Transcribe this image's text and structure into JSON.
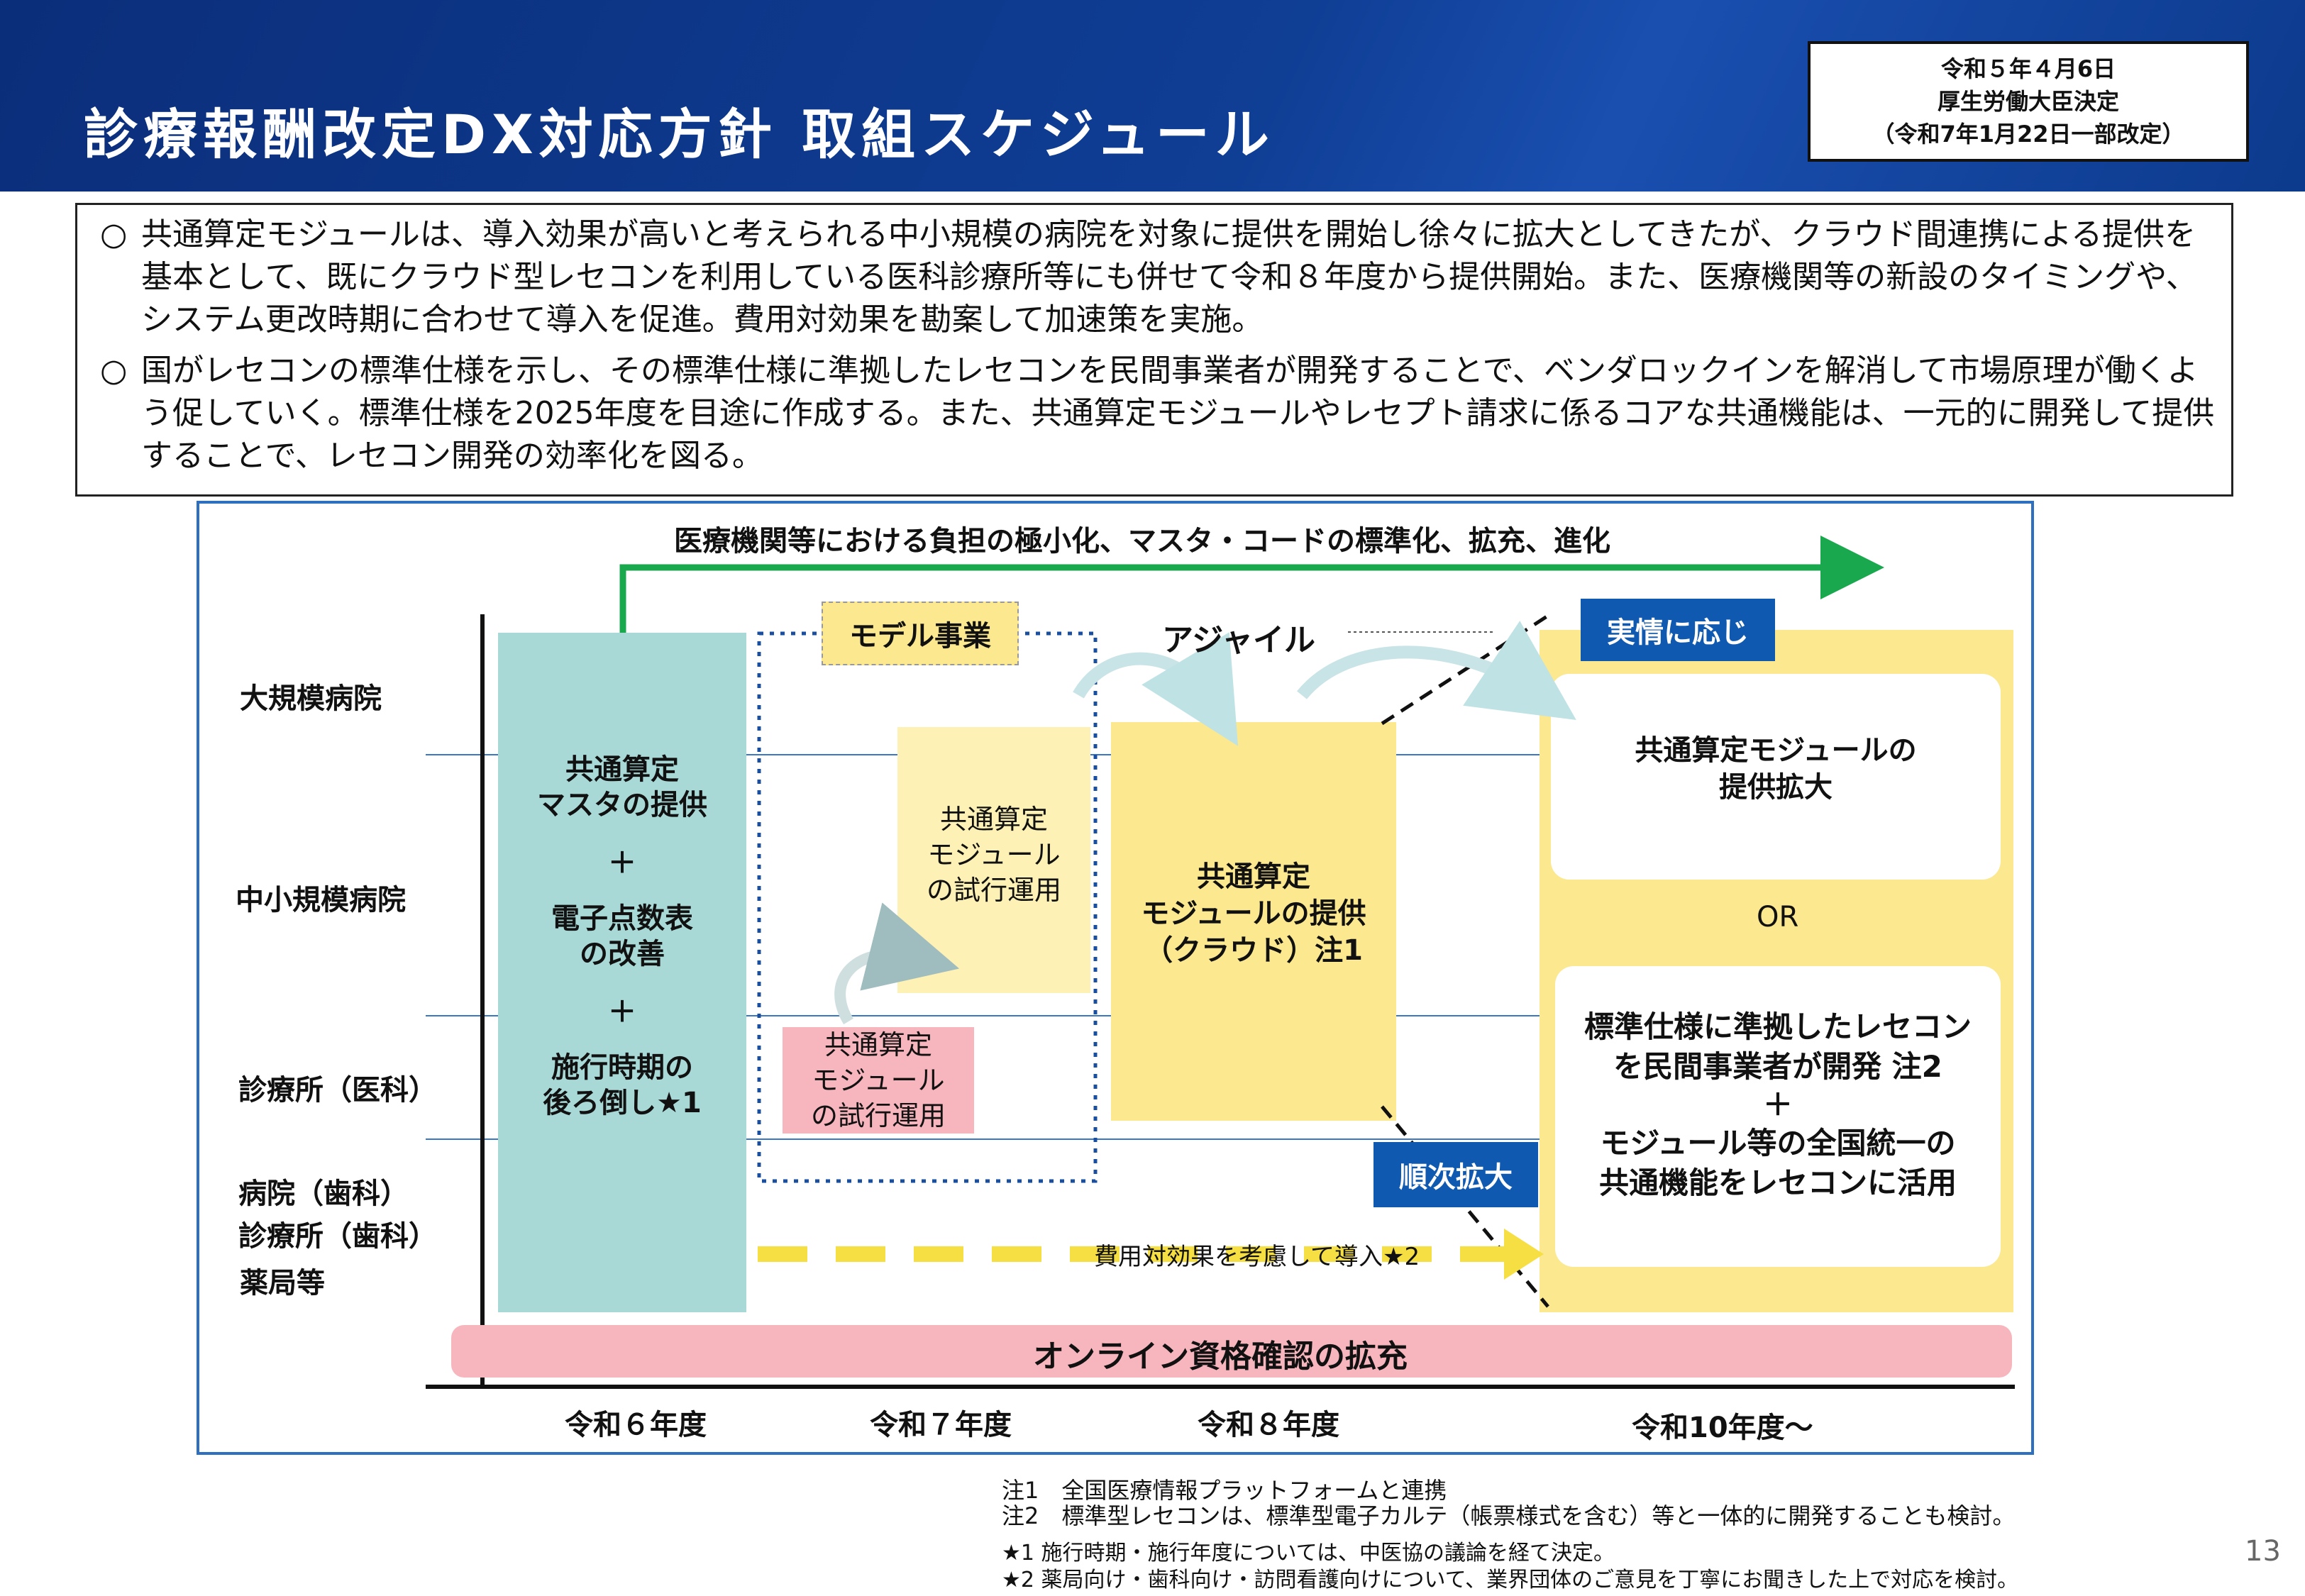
{
  "header": {
    "title": "診療報酬改定DX対応方針 取組スケジュール",
    "decision": [
      "令和５年４月6日",
      "厚生労働大臣決定",
      "（令和7年1月22日一部改定）"
    ]
  },
  "summary": [
    {
      "bullet": "○",
      "text": "共通算定モジュールは、導入効果が高いと考えられる中小規模の病院を対象に提供を開始し徐々に拡大としてきたが、クラウド間連携による提供を基本として、既にクラウド型レセコンを利用している医科診療所等にも併せて令和８年度から提供開始。また、医療機関等の新設のタイミングや、システム更改時期に合わせて導入を促進。費用対効果を勘案して加速策を実施。"
    },
    {
      "bullet": "○",
      "text": "国がレセコンの標準仕様を示し、その標準仕様に準拠したレセコンを民間事業者が開発することで、ベンダロックインを解消して市場原理が働くよう促していく。標準仕様を2025年度を目途に作成する。また、共通算定モジュールやレセプト請求に係るコアな共通機能は、一元的に開発して提供することで、レセコン開発の効率化を図る。"
    }
  ],
  "diagram": {
    "top_arrow_label": "医療機関等における負担の極小化、マスタ・コードの標準化、拡充、進化",
    "rows": [
      "大規模病院",
      "中小規模病院",
      "診療所（医科）",
      "病院（歯科）",
      "診療所（歯科）",
      "薬局等"
    ],
    "col1": {
      "line1": "共通算定",
      "line2": "マスタの提供",
      "plus1": "＋",
      "line3": "電子点数表",
      "line4": "の改善",
      "plus2": "＋",
      "line5": "施行時期の",
      "line6": "後ろ倒し★1"
    },
    "model_label": "モデル事業",
    "agile_label": "アジャイル",
    "trial_hospital": [
      "共通算定",
      "モジュール",
      "の試行運用"
    ],
    "trial_clinic": [
      "共通算定",
      "モジュール",
      "の試行運用"
    ],
    "cloud_box": [
      "共通算定",
      "モジュールの提供",
      "（クラウド）注1"
    ],
    "jitsujo_label": "実情に応じ",
    "junji_label": "順次拡大",
    "option1": [
      "共通算定モジュールの",
      "提供拡大"
    ],
    "or_label": "OR",
    "option2": [
      "標準仕様に準拠したレセコン",
      "を民間事業者が開発 注2",
      "＋",
      "モジュール等の全国統一の",
      "共通機能をレセコンに活用"
    ],
    "dashed_label": "費用対効果を考慮して導入★2",
    "online_label": "オンライン資格確認の拡充",
    "years": [
      "令和６年度",
      "令和７年度",
      "令和８年度",
      "令和10年度～"
    ]
  },
  "notes": [
    "注1　全国医療情報プラットフォームと連携",
    "注2　標準型レセコンは、標準型電子カルテ（帳票様式を含む）等と一体的に開発することも検討。",
    "★1 施行時期・施行年度については、中医協の議論を経て決定。",
    "★2 薬局向け・歯科向け・訪問看護向けについて、業界団体のご意見を丁寧にお聞きした上で対応を検討。"
  ],
  "page_number": "13",
  "colors": {
    "header": "#0f3e95",
    "teal": "#a8d9d6",
    "yellow": "#fbe88f",
    "light_yellow": "#fdf1b5",
    "pink": "#f7b6bd",
    "blue_label": "#0f59b0",
    "green_arrow": "#1aa84f"
  }
}
